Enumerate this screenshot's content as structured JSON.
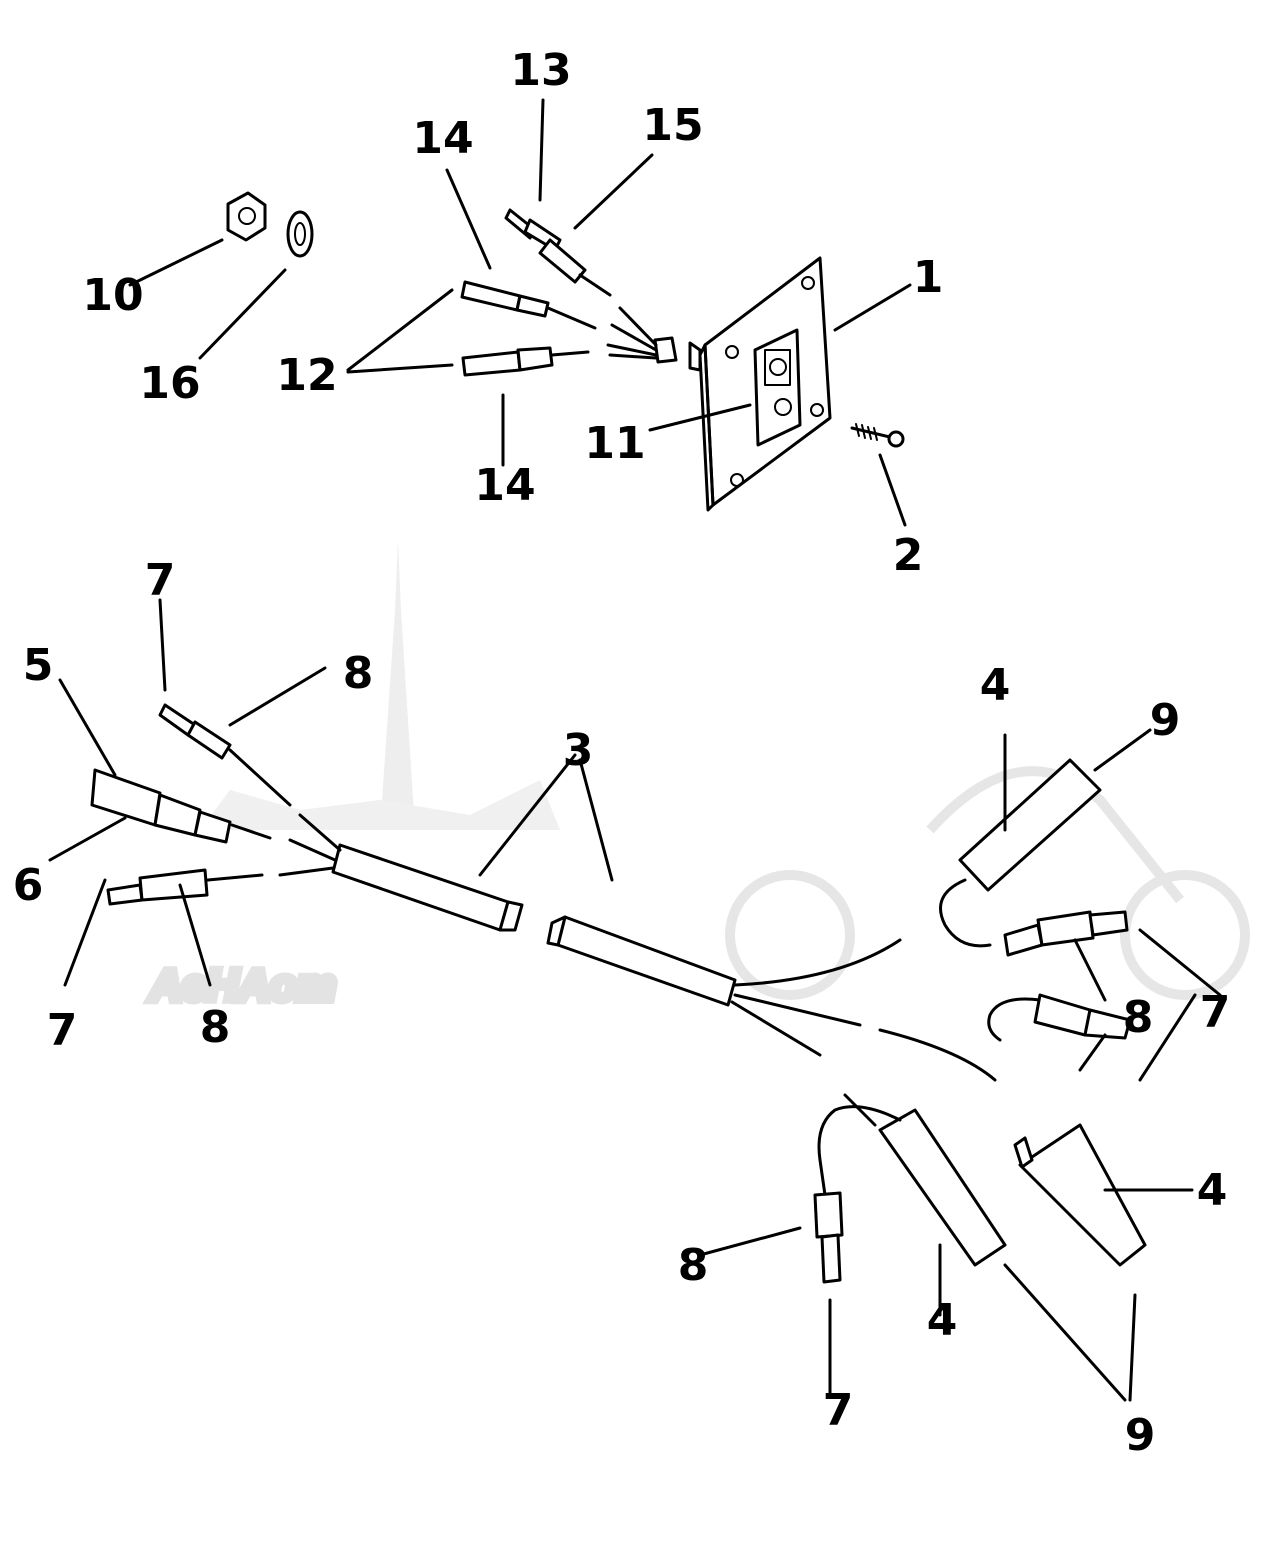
{
  "watermark": {
    "text": "AeHAom"
  },
  "callouts": {
    "c1": "1",
    "c2": "2",
    "c3": "3",
    "c3b": "3",
    "c4a": "4",
    "c4b": "4",
    "c4c": "4",
    "c5": "5",
    "c6": "6",
    "c7a": "7",
    "c7b": "7",
    "c7c": "7",
    "c7d": "7",
    "c8a": "8",
    "c8b": "8",
    "c8c": "8",
    "c8d": "8",
    "c9a": "9",
    "c9b": "9",
    "c10": "10",
    "c11": "11",
    "c12": "12",
    "c13": "13",
    "c14a": "14",
    "c14b": "14",
    "c15": "15",
    "c16": "16"
  }
}
